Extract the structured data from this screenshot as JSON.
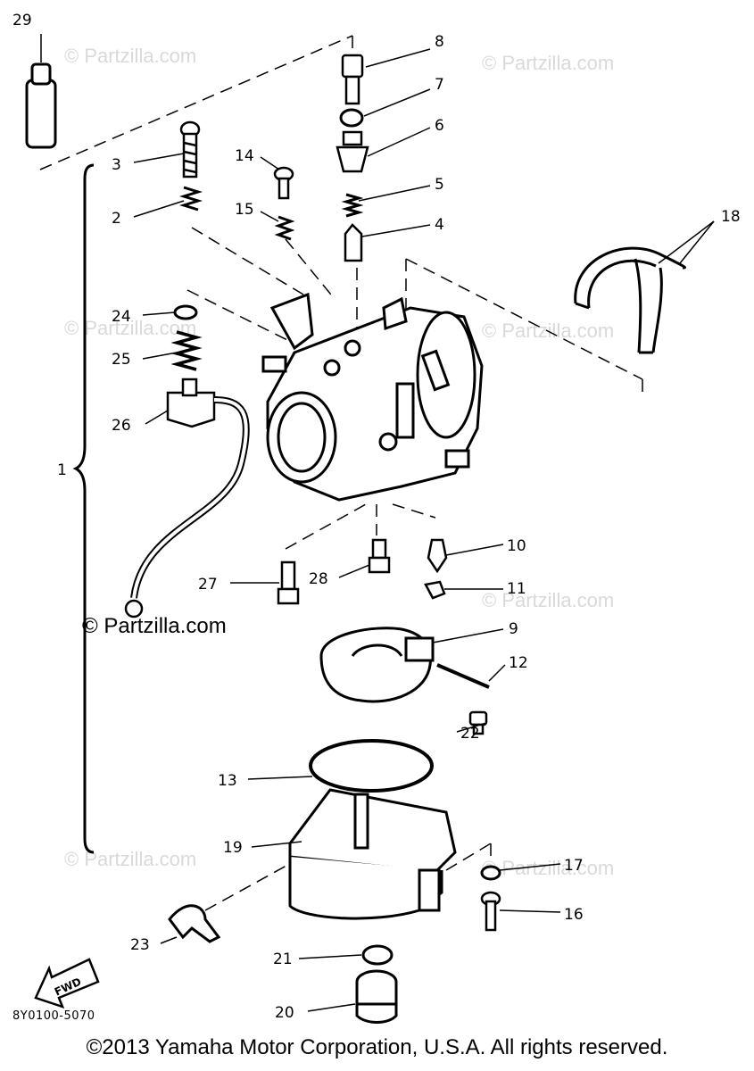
{
  "diagram": {
    "callouts": [
      "29",
      "8",
      "7",
      "6",
      "3",
      "14",
      "5",
      "2",
      "15",
      "4",
      "18",
      "24",
      "25",
      "26",
      "1",
      "10",
      "27",
      "28",
      "11",
      "9",
      "12",
      "22",
      "13",
      "19",
      "17",
      "16",
      "23",
      "21",
      "20"
    ],
    "fwd_label": "FWD",
    "code": "8Y0100-5070",
    "watermark": "© Partzilla.com",
    "watermark_main": "© Partzilla.com"
  },
  "footer": {
    "copyright": "©2013 Yamaha Motor Corporation, U.S.A. All rights reserved."
  }
}
